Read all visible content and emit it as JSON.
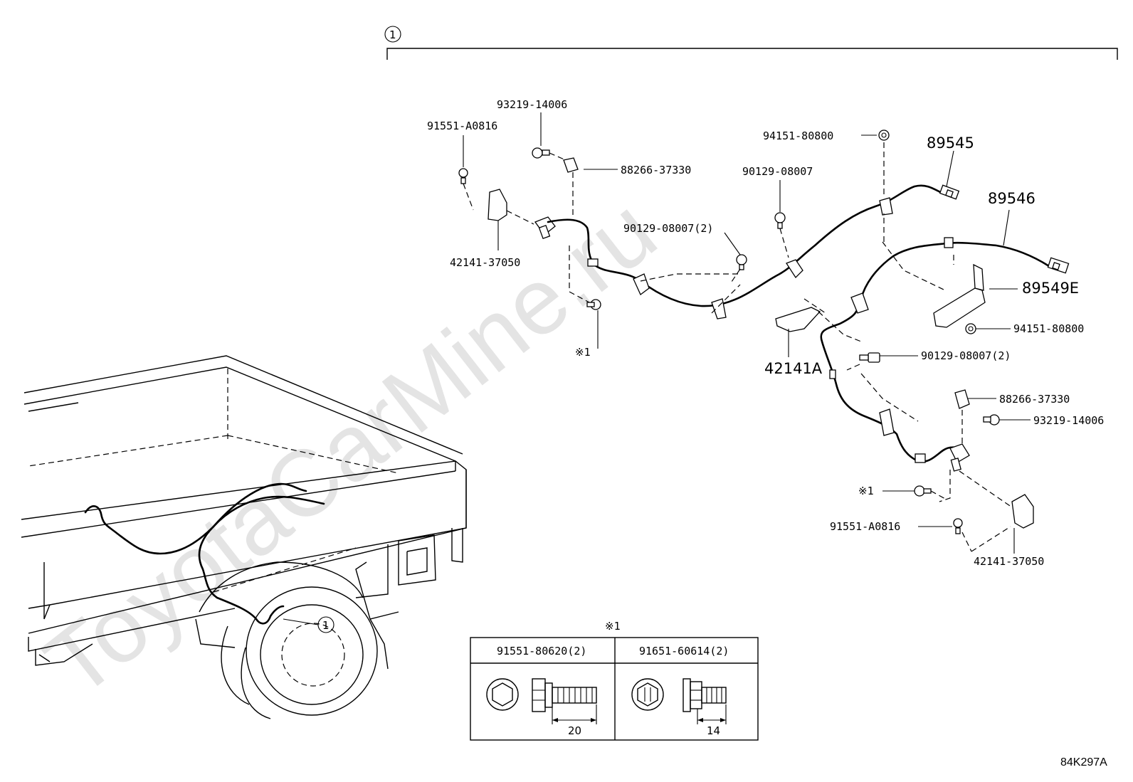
{
  "watermark": "ToyotaCarMine.ru",
  "ref_mark": "1",
  "note_symbol": "※1",
  "drawing_code": "84K297A",
  "labels": {
    "p93219_top": "93219-14006",
    "p91551_top": "91551-A0816",
    "p88266_top": "88266-37330",
    "p94151_top": "94151-80800",
    "p89545": "89545",
    "p90129_top": "90129-08007",
    "p89546": "89546",
    "p90129_mid": "90129-08007(2)",
    "p42141_left": "42141-37050",
    "p89549E": "89549E",
    "p94151_right": "94151-80800",
    "p42141A": "42141A",
    "p90129_right": "90129-08007(2)",
    "p88266_right": "88266-37330",
    "p93219_right": "93219-14006",
    "p91551_right": "91551-A0816",
    "p42141_right": "42141-37050"
  },
  "bolt_table": {
    "header": "※1",
    "left": {
      "part": "91551-80620(2)",
      "length": "20"
    },
    "right": {
      "part": "91651-60614(2)",
      "length": "14"
    }
  }
}
